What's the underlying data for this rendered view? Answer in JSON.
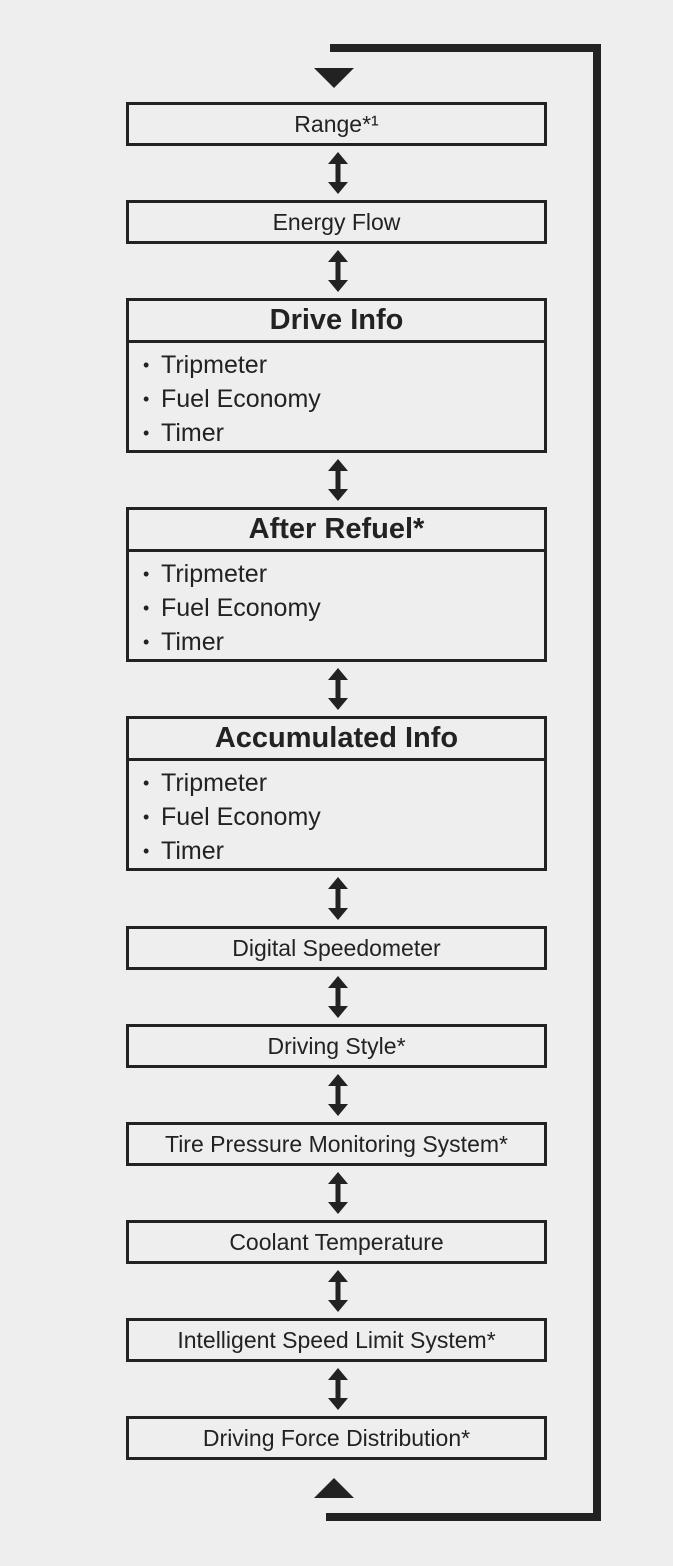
{
  "nodes": [
    {
      "label": "Range*¹"
    },
    {
      "label": "Energy Flow"
    },
    {
      "label": "Drive Info",
      "items": [
        "Tripmeter",
        "Fuel Economy",
        "Timer"
      ]
    },
    {
      "label": "After Refuel*",
      "items": [
        "Tripmeter",
        "Fuel Economy",
        "Timer"
      ]
    },
    {
      "label": "Accumulated Info",
      "items": [
        "Tripmeter",
        "Fuel Economy",
        "Timer"
      ]
    },
    {
      "label": "Digital Speedometer"
    },
    {
      "label": "Driving Style*"
    },
    {
      "label": "Tire Pressure Monitoring System*"
    },
    {
      "label": "Coolant Temperature"
    },
    {
      "label": "Intelligent Speed Limit System*"
    },
    {
      "label": "Driving Force Distribution*"
    }
  ],
  "colors": {
    "line": "#222222",
    "background": "#eeeeee"
  }
}
